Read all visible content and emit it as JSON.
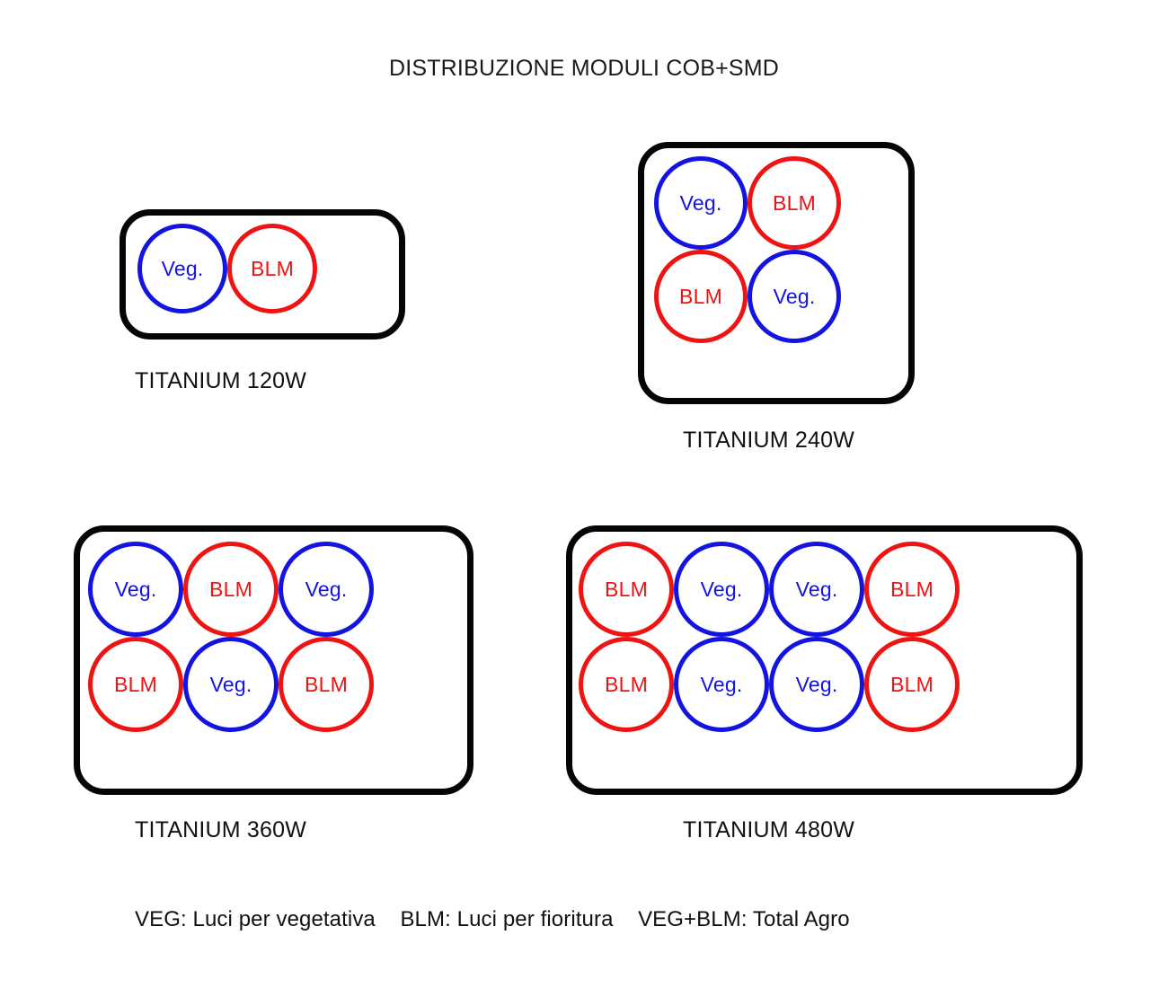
{
  "title": "DISTRIBUZIONE MODULI COB+SMD",
  "colors": {
    "veg": "#1414e0",
    "blm": "#ee1414",
    "panel_border": "#050505",
    "background": "#ffffff",
    "text": "#111111"
  },
  "module_types": {
    "veg_label": "Veg.",
    "blm_label": "BLM"
  },
  "panels": [
    {
      "id": "panel-120w",
      "caption": "TITANIUM 120W",
      "columns": 2,
      "rows": 1,
      "modules": [
        {
          "type": "veg",
          "label": "Veg."
        },
        {
          "type": "blm",
          "label": "BLM"
        }
      ]
    },
    {
      "id": "panel-240w",
      "caption": "TITANIUM 240W",
      "columns": 2,
      "rows": 2,
      "modules": [
        {
          "type": "veg",
          "label": "Veg."
        },
        {
          "type": "blm",
          "label": "BLM"
        },
        {
          "type": "blm",
          "label": "BLM"
        },
        {
          "type": "veg",
          "label": "Veg."
        }
      ]
    },
    {
      "id": "panel-360w",
      "caption": "TITANIUM 360W",
      "columns": 3,
      "rows": 2,
      "modules": [
        {
          "type": "veg",
          "label": "Veg."
        },
        {
          "type": "blm",
          "label": "BLM"
        },
        {
          "type": "veg",
          "label": "Veg."
        },
        {
          "type": "blm",
          "label": "BLM"
        },
        {
          "type": "veg",
          "label": "Veg."
        },
        {
          "type": "blm",
          "label": "BLM"
        }
      ]
    },
    {
      "id": "panel-480w",
      "caption": "TITANIUM 480W",
      "columns": 4,
      "rows": 2,
      "modules": [
        {
          "type": "blm",
          "label": "BLM"
        },
        {
          "type": "veg",
          "label": "Veg."
        },
        {
          "type": "veg",
          "label": "Veg."
        },
        {
          "type": "blm",
          "label": "BLM"
        },
        {
          "type": "blm",
          "label": "BLM"
        },
        {
          "type": "veg",
          "label": "Veg."
        },
        {
          "type": "veg",
          "label": "Veg."
        },
        {
          "type": "blm",
          "label": "BLM"
        }
      ]
    }
  ],
  "legend": {
    "veg_entry": "VEG:  Luci per vegetativa",
    "blm_entry": "BLM: Luci per fioritura",
    "total_entry": "VEG+BLM: Total Agro"
  }
}
